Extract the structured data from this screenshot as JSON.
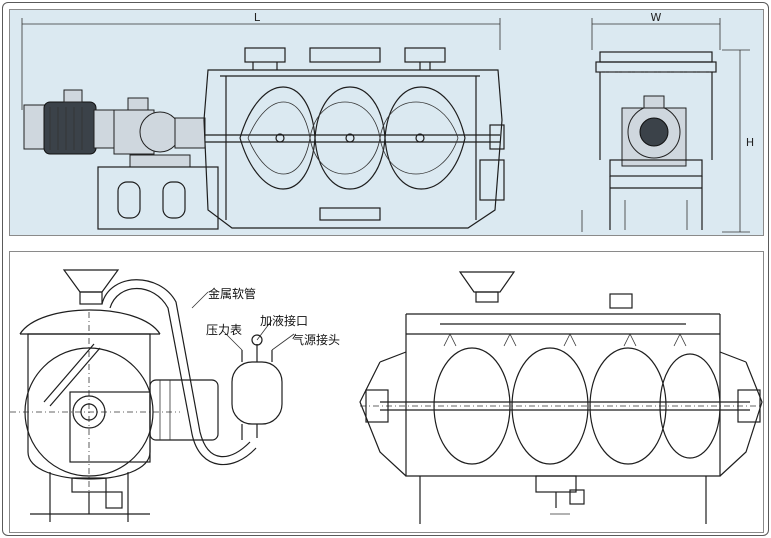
{
  "top_view": {
    "background": "#dbe9f1",
    "dim_length_label": "L",
    "dim_width_label": "W",
    "dim_height_label": "H"
  },
  "bottom_view": {
    "labels": {
      "metal_hose": "金属软管",
      "pressure_gauge": "压力表",
      "liquid_inlet": "加液接口",
      "air_connector": "气源接头"
    }
  }
}
